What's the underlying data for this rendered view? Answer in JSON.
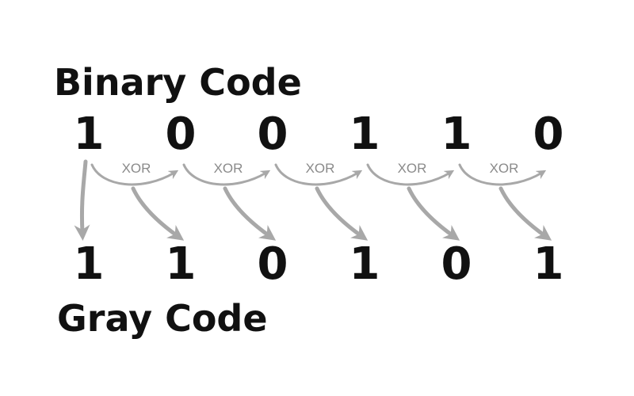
{
  "top_label": "Binary Code",
  "bottom_label": "Gray Code",
  "binary_bits": [
    "1",
    "0",
    "0",
    "1",
    "1",
    "0"
  ],
  "gray_bits": [
    "1",
    "1",
    "0",
    "1",
    "0",
    "1"
  ],
  "operation_label": "XOR",
  "colors": {
    "text": "#111111",
    "arrow": "#a8a8a8",
    "operation_text": "#8a8a8a",
    "background": "#ffffff"
  }
}
